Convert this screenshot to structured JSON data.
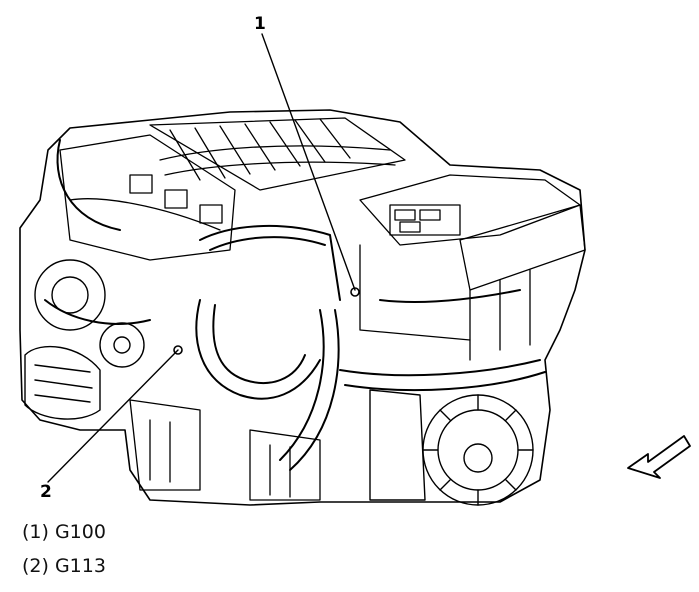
{
  "callouts": [
    {
      "number": "1"
    },
    {
      "number": "2"
    }
  ],
  "legend": [
    {
      "label": "(1) G100"
    },
    {
      "label": "(2) G113"
    }
  ],
  "colors": {
    "line": "#000000",
    "background": "#ffffff"
  },
  "icons": {
    "direction_arrow": "arrow-left-down-icon"
  }
}
